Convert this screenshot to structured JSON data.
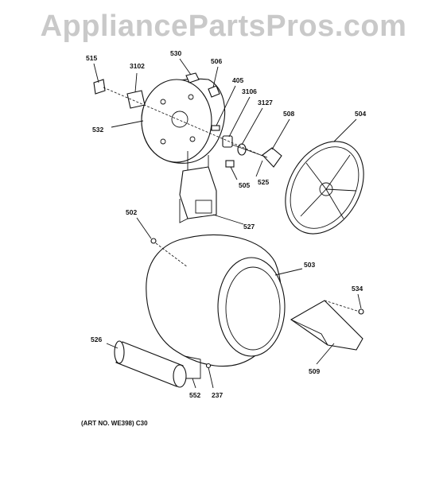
{
  "watermark": "AppliancePartsPros.com",
  "caption": "(ART NO. WE398) C30",
  "callouts": {
    "c515": "515",
    "c3102": "3102",
    "c530": "530",
    "c506": "506",
    "c405": "405",
    "c3106": "3106",
    "c3127": "3127",
    "c508": "508",
    "c504": "504",
    "c532": "532",
    "c505": "505",
    "c525": "525",
    "c527": "527",
    "c502": "502",
    "c503": "503",
    "c534": "534",
    "c526": "526",
    "c509": "509",
    "c552": "552",
    "c237": "237"
  }
}
